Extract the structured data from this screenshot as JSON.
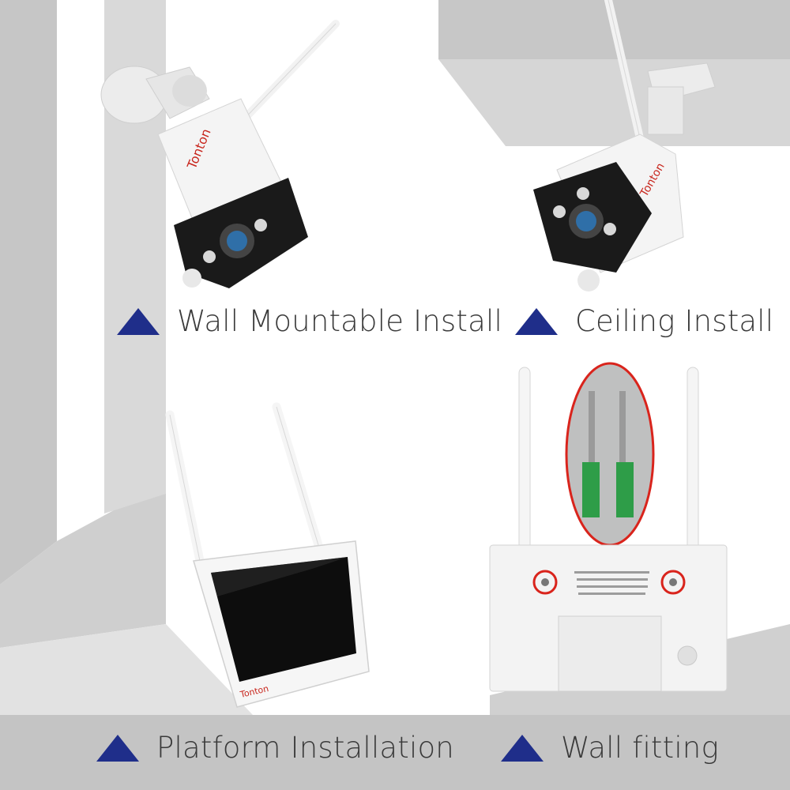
{
  "captions": {
    "wall_mountable": "Wall Mountable Install",
    "ceiling": "Ceiling Install",
    "platform": "Platform Installation",
    "wall_fitting": "Wall fitting"
  },
  "brand": "Tonton",
  "icons": {
    "caption_marker": "triangle-icon"
  },
  "colors": {
    "marker": "#1f2e8a",
    "brand": "#c8261d",
    "wall_gray": "#c7c7c7",
    "highlight_ring": "#d9241c"
  }
}
